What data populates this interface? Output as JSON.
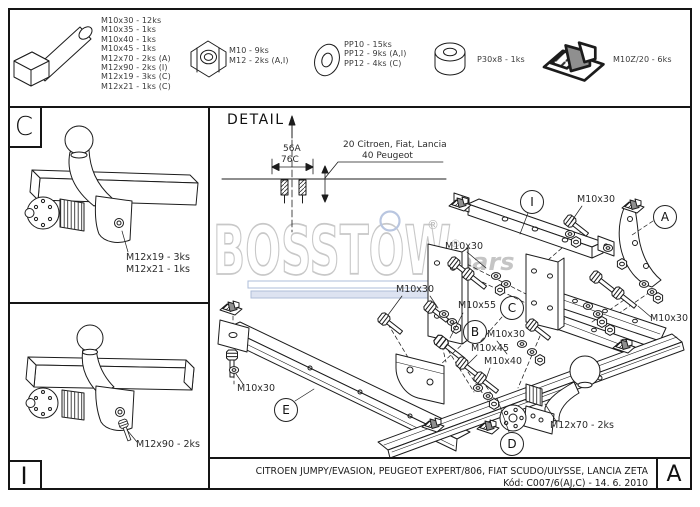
{
  "hardware": {
    "bolts": [
      "M10x30 - 12ks",
      "M10x35 - 1ks",
      "M10x40 - 1ks",
      "M10x45 - 1ks",
      "M12x70 - 2ks (A)",
      "M12x90 - 2ks (I)",
      "M12x19 - 3ks (C)",
      "M12x21 - 1ks (C)"
    ],
    "nuts": [
      "M10 - 9ks",
      "M12 - 2ks (A,I)"
    ],
    "washers": [
      "PP10 - 15ks",
      "PP12 - 9ks (A,I)",
      "PP12 - 4ks (C)"
    ],
    "bush": "P30x8 - 1ks",
    "clamp": "M10Z/20 - 6ks"
  },
  "panel_c": {
    "letter": "C",
    "label1": "M12x19 - 3ks",
    "label2": "M12x21 - 1ks"
  },
  "panel_i": {
    "letter": "I",
    "label": "M12x90 - 2ks"
  },
  "detail": {
    "title": "DETAIL",
    "dim1": "56A",
    "dim2": "76C",
    "note1": "20 Citroen, Fiat, Lancia",
    "note2": "40 Peugeot"
  },
  "watermark": {
    "brand": "BOSSTOW",
    "registered": "®",
    "sub": "bars",
    "gray": "#c8c8c8",
    "blue": "#aebdd8"
  },
  "diagram": {
    "labels": {
      "m10x30": "M10x30",
      "m10x55": "M10x55",
      "m10x45": "M10x45",
      "m10x40": "M10x40",
      "m12x70": "M12x70 - 2ks"
    },
    "callouts": {
      "a": "A",
      "b": "B",
      "c": "C",
      "d": "D",
      "e": "E",
      "i": "I"
    }
  },
  "title_block": {
    "vehicles": "CITROEN JUMPY/EVASION, PEUGEOT EXPERT/806, FIAT SCUDO/ULYSSE, LANCIA ZETA",
    "code": "Kód: C007/6(AJ,C) - 14. 6. 2010",
    "revision": "A"
  }
}
